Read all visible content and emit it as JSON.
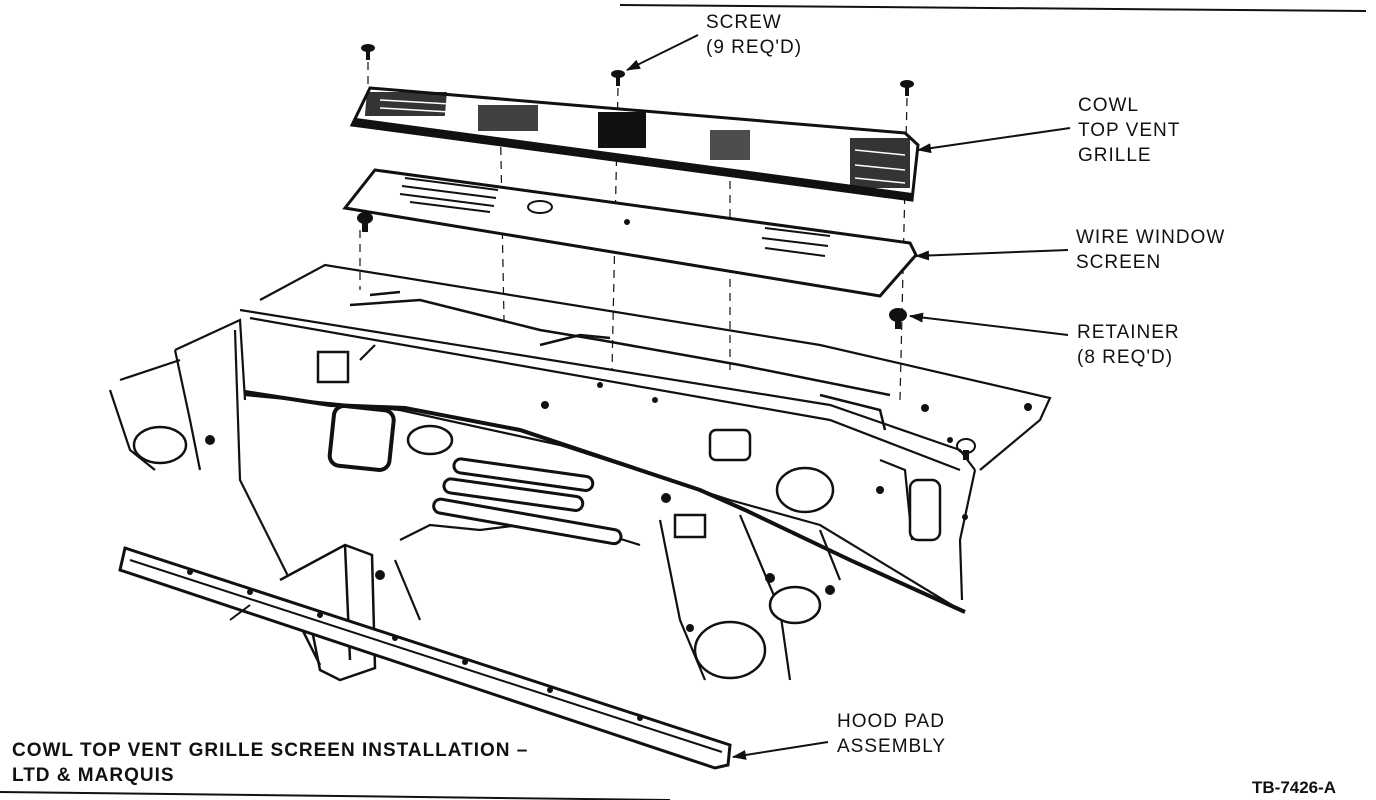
{
  "callouts": {
    "screw": {
      "line1": "SCREW",
      "line2": "(9 REQ'D)"
    },
    "cowl_grille": {
      "line1": "COWL",
      "line2": "TOP VENT",
      "line3": "GRILLE"
    },
    "wire_screen": {
      "line1": "WIRE WINDOW",
      "line2": "SCREEN"
    },
    "retainer": {
      "line1": "RETAINER",
      "line2": "(8 REQ'D)"
    },
    "hood_pad": {
      "line1": "HOOD PAD",
      "line2": "ASSEMBLY"
    }
  },
  "caption": {
    "line1": "COWL TOP VENT GRILLE SCREEN INSTALLATION –",
    "line2": "LTD & MARQUIS"
  },
  "figure_ref": "TB-7426-A",
  "colors": {
    "ink": "#111111",
    "paper": "#ffffff"
  }
}
